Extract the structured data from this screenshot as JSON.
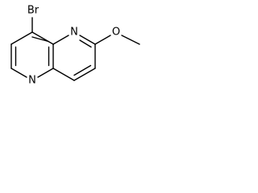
{
  "molecule": {
    "labels": {
      "bromine": "Br",
      "ring_nitrogen_top": "N",
      "ring_nitrogen_bottom": "N",
      "oxygen": "O"
    },
    "colors": {
      "bond": "#000000",
      "label": "#000000",
      "background": "#ffffff"
    }
  }
}
